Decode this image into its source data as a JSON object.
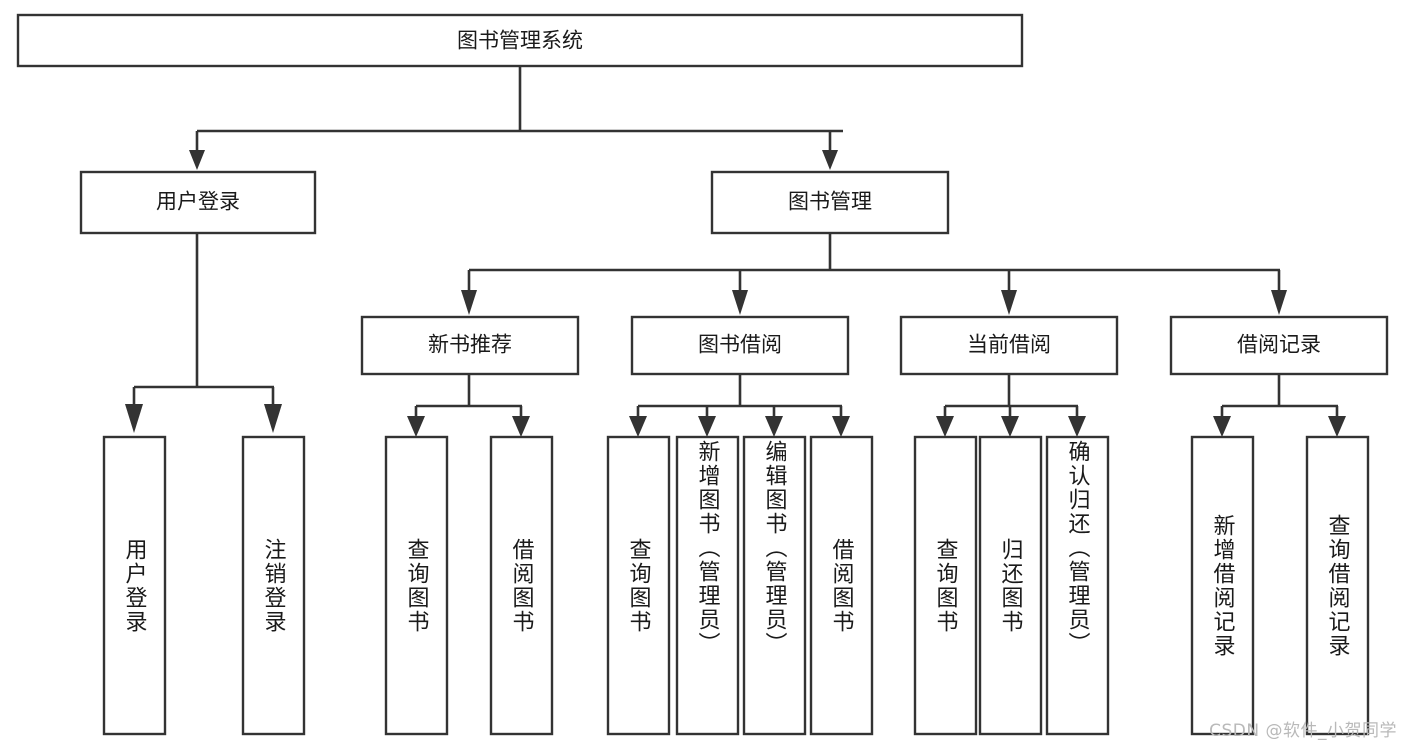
{
  "diagram": {
    "type": "hierarchy-tree",
    "title": "图书管理系统",
    "watermark": "CSDN @软件_小贺同学",
    "levels": [
      {
        "level": 1,
        "nodes": [
          {
            "id": "root",
            "label": "图书管理系统",
            "orientation": "horizontal"
          }
        ]
      },
      {
        "level": 2,
        "nodes": [
          {
            "id": "user-login",
            "label": "用户登录",
            "orientation": "horizontal",
            "parent": "root"
          },
          {
            "id": "book-manage",
            "label": "图书管理",
            "orientation": "horizontal",
            "parent": "root"
          }
        ]
      },
      {
        "level": 3,
        "nodes": [
          {
            "id": "new-book-rec",
            "label": "新书推荐",
            "orientation": "horizontal",
            "parent": "book-manage"
          },
          {
            "id": "book-borrow",
            "label": "图书借阅",
            "orientation": "horizontal",
            "parent": "book-manage"
          },
          {
            "id": "current-borrow",
            "label": "当前借阅",
            "orientation": "horizontal",
            "parent": "book-manage"
          },
          {
            "id": "borrow-record",
            "label": "借阅记录",
            "orientation": "horizontal",
            "parent": "book-manage"
          }
        ]
      },
      {
        "level": 4,
        "nodes": [
          {
            "id": "leaf-user-login",
            "label": "用户登录",
            "orientation": "vertical",
            "parent": "user-login",
            "align": "center"
          },
          {
            "id": "leaf-logout-login",
            "label": "注销登录",
            "orientation": "vertical",
            "parent": "user-login",
            "align": "center"
          },
          {
            "id": "leaf-query-book-1",
            "label": "查询图书",
            "orientation": "vertical",
            "parent": "new-book-rec",
            "align": "center"
          },
          {
            "id": "leaf-borrow-book-1",
            "label": "借阅图书",
            "orientation": "vertical",
            "parent": "new-book-rec",
            "align": "center"
          },
          {
            "id": "leaf-query-book-2",
            "label": "查询图书",
            "orientation": "vertical",
            "parent": "book-borrow",
            "align": "center"
          },
          {
            "id": "leaf-add-book",
            "label": "新增图书（管理员）",
            "orientation": "vertical",
            "parent": "book-borrow",
            "align": "start"
          },
          {
            "id": "leaf-edit-book",
            "label": "编辑图书（管理员）",
            "orientation": "vertical",
            "parent": "book-borrow",
            "align": "start"
          },
          {
            "id": "leaf-borrow-book-2",
            "label": "借阅图书",
            "orientation": "vertical",
            "parent": "book-borrow",
            "align": "center"
          },
          {
            "id": "leaf-query-book-3",
            "label": "查询图书",
            "orientation": "vertical",
            "parent": "current-borrow",
            "align": "center"
          },
          {
            "id": "leaf-return-book",
            "label": "归还图书",
            "orientation": "vertical",
            "parent": "current-borrow",
            "align": "center"
          },
          {
            "id": "leaf-confirm-return",
            "label": "确认归还（管理员）",
            "orientation": "vertical",
            "parent": "current-borrow",
            "align": "start"
          },
          {
            "id": "leaf-add-record",
            "label": "新增借阅记录",
            "orientation": "vertical",
            "parent": "borrow-record",
            "align": "center"
          },
          {
            "id": "leaf-query-record",
            "label": "查询借阅记录",
            "orientation": "vertical",
            "parent": "borrow-record",
            "align": "center"
          }
        ]
      }
    ],
    "colors": {
      "box_stroke": "#333333",
      "box_fill": "#ffffff",
      "text": "#1a1a1a",
      "background": "#ffffff",
      "watermark": "#b9b9b9"
    }
  }
}
